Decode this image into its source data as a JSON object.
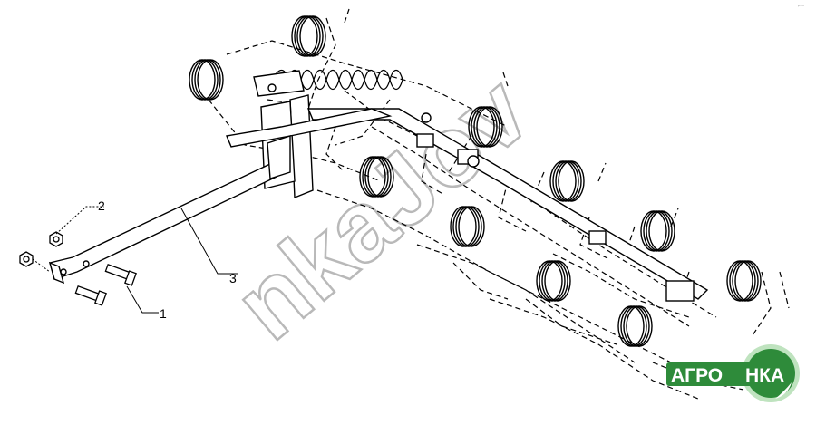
{
  "diagram": {
    "callouts": [
      {
        "id": "part-1",
        "label": "1"
      },
      {
        "id": "part-2",
        "label": "2"
      },
      {
        "id": "part-3",
        "label": "3"
      }
    ],
    "watermark": "nkaJov",
    "logo": {
      "left": "АГРО",
      "right": "НКА",
      "accent": "#2e8b3a",
      "ring": "#bfe3bf"
    },
    "corner_mark": "⌐ᵒⁿ"
  }
}
